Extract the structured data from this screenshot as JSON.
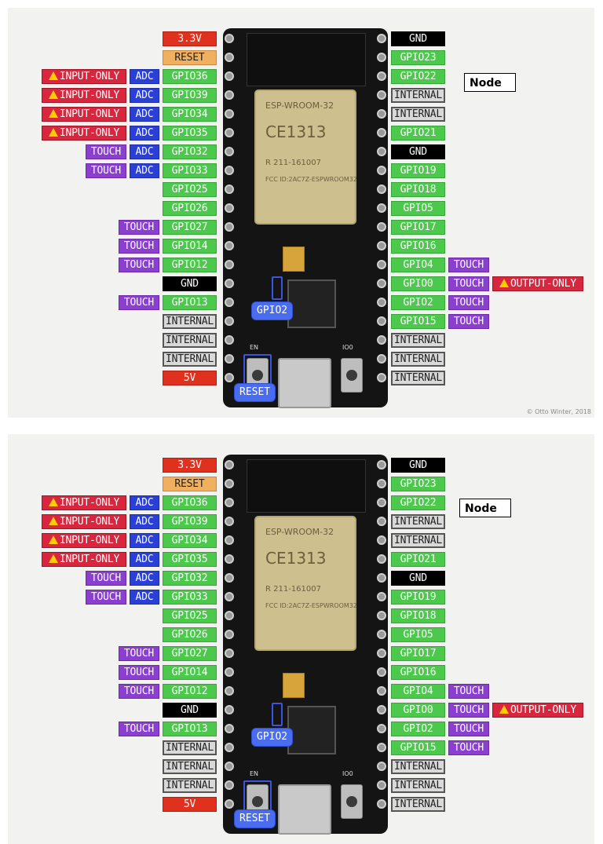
{
  "node_label": "Node",
  "credit": "© Otto Winter, 2018",
  "board": {
    "module_name": "ESP-WROOM-32",
    "module_ce": "CE1313",
    "module_r": "R 211-161007",
    "module_fcc": "FCC ID:2AC7Z-ESPWROOM32",
    "en_label": "EN",
    "io0_label": "IO0"
  },
  "board_callouts": {
    "gpio2": "GPIO2",
    "reset": "RESET"
  },
  "left_pins": [
    {
      "name": "3.3V",
      "kind": "v33",
      "extras": []
    },
    {
      "name": "RESET",
      "kind": "reset",
      "extras": []
    },
    {
      "name": "GPIO36",
      "kind": "gpio",
      "extras": [
        {
          "text": "INPUT-ONLY",
          "kind": "warn"
        },
        {
          "text": "ADC",
          "kind": "adc"
        }
      ]
    },
    {
      "name": "GPIO39",
      "kind": "gpio",
      "extras": [
        {
          "text": "INPUT-ONLY",
          "kind": "warn"
        },
        {
          "text": "ADC",
          "kind": "adc"
        }
      ]
    },
    {
      "name": "GPIO34",
      "kind": "gpio",
      "extras": [
        {
          "text": "INPUT-ONLY",
          "kind": "warn"
        },
        {
          "text": "ADC",
          "kind": "adc"
        }
      ]
    },
    {
      "name": "GPIO35",
      "kind": "gpio",
      "extras": [
        {
          "text": "INPUT-ONLY",
          "kind": "warn"
        },
        {
          "text": "ADC",
          "kind": "adc"
        }
      ]
    },
    {
      "name": "GPIO32",
      "kind": "gpio",
      "extras": [
        {
          "text": "TOUCH",
          "kind": "touch"
        },
        {
          "text": "ADC",
          "kind": "adc"
        }
      ]
    },
    {
      "name": "GPIO33",
      "kind": "gpio",
      "extras": [
        {
          "text": "TOUCH",
          "kind": "touch"
        },
        {
          "text": "ADC",
          "kind": "adc"
        }
      ]
    },
    {
      "name": "GPIO25",
      "kind": "gpio",
      "extras": []
    },
    {
      "name": "GPIO26",
      "kind": "gpio",
      "extras": []
    },
    {
      "name": "GPIO27",
      "kind": "gpio",
      "extras": [
        {
          "text": "TOUCH",
          "kind": "touch"
        }
      ]
    },
    {
      "name": "GPIO14",
      "kind": "gpio",
      "extras": [
        {
          "text": "TOUCH",
          "kind": "touch"
        }
      ]
    },
    {
      "name": "GPIO12",
      "kind": "gpio",
      "extras": [
        {
          "text": "TOUCH",
          "kind": "touch"
        }
      ]
    },
    {
      "name": "GND",
      "kind": "gnd",
      "extras": []
    },
    {
      "name": "GPIO13",
      "kind": "gpio",
      "extras": [
        {
          "text": "TOUCH",
          "kind": "touch"
        }
      ]
    },
    {
      "name": "INTERNAL",
      "kind": "internal",
      "extras": []
    },
    {
      "name": "INTERNAL",
      "kind": "internal",
      "extras": []
    },
    {
      "name": "INTERNAL",
      "kind": "internal",
      "extras": []
    },
    {
      "name": "5V",
      "kind": "v5",
      "extras": []
    }
  ],
  "right_pins": [
    {
      "name": "GND",
      "kind": "gnd",
      "extras": []
    },
    {
      "name": "GPIO23",
      "kind": "gpio",
      "extras": []
    },
    {
      "name": "GPIO22",
      "kind": "gpio",
      "extras": []
    },
    {
      "name": "INTERNAL",
      "kind": "internal",
      "extras": []
    },
    {
      "name": "INTERNAL",
      "kind": "internal",
      "extras": []
    },
    {
      "name": "GPIO21",
      "kind": "gpio",
      "extras": []
    },
    {
      "name": "GND",
      "kind": "gnd",
      "extras": []
    },
    {
      "name": "GPIO19",
      "kind": "gpio",
      "extras": []
    },
    {
      "name": "GPIO18",
      "kind": "gpio",
      "extras": []
    },
    {
      "name": "GPIO5",
      "kind": "gpio",
      "extras": []
    },
    {
      "name": "GPIO17",
      "kind": "gpio",
      "extras": []
    },
    {
      "name": "GPIO16",
      "kind": "gpio",
      "extras": []
    },
    {
      "name": "GPIO4",
      "kind": "gpio",
      "extras": [
        {
          "text": "TOUCH",
          "kind": "touch"
        }
      ]
    },
    {
      "name": "GPIO0",
      "kind": "gpio",
      "extras": [
        {
          "text": "TOUCH",
          "kind": "touch"
        },
        {
          "text": "OUTPUT-ONLY",
          "kind": "warn"
        }
      ]
    },
    {
      "name": "GPIO2",
      "kind": "gpio",
      "extras": [
        {
          "text": "TOUCH",
          "kind": "touch"
        }
      ]
    },
    {
      "name": "GPIO15",
      "kind": "gpio",
      "extras": [
        {
          "text": "TOUCH",
          "kind": "touch"
        }
      ]
    },
    {
      "name": "INTERNAL",
      "kind": "internal",
      "extras": []
    },
    {
      "name": "INTERNAL",
      "kind": "internal",
      "extras": []
    },
    {
      "name": "INTERNAL",
      "kind": "internal",
      "extras": []
    }
  ],
  "colors": {
    "gpio": "#4cc84c",
    "gnd": "#000000",
    "internal": "#d9d9d9",
    "touch": "#8b3fcf",
    "adc": "#2a3fd6",
    "warn": "#d7263d",
    "v33": "#e0301e",
    "reset": "#f0b060",
    "v5": "#e0301e",
    "callout": "#4a6df0"
  }
}
